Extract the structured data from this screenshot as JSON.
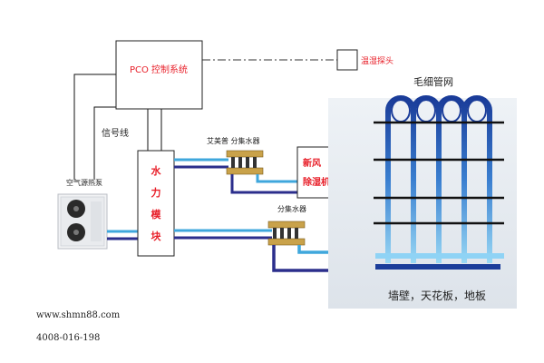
{
  "diagram": {
    "controller": "PCO 控制系统",
    "humidity_probe": "温湿探头",
    "signal_line": "信号线",
    "heat_pump": "空气源热泵",
    "hydro_module": [
      "水",
      "力",
      "模",
      "块"
    ],
    "manifold_brand": "艾美普 分集水器",
    "manifold_2": "分集水器",
    "fresh_air": [
      "新风",
      "除湿机"
    ],
    "capillary_net": "毛细管网",
    "surfaces": "墙壁，天花板，地板"
  },
  "footer": {
    "website": "www.shmn88.com",
    "phone": "4008-016-198"
  },
  "colors": {
    "supply": "#3fa7dc",
    "return": "#2b2e8c",
    "accent_red": "#e8202a",
    "capillary_light": "#8fd3f5",
    "capillary_dark": "#1b3d9a"
  }
}
